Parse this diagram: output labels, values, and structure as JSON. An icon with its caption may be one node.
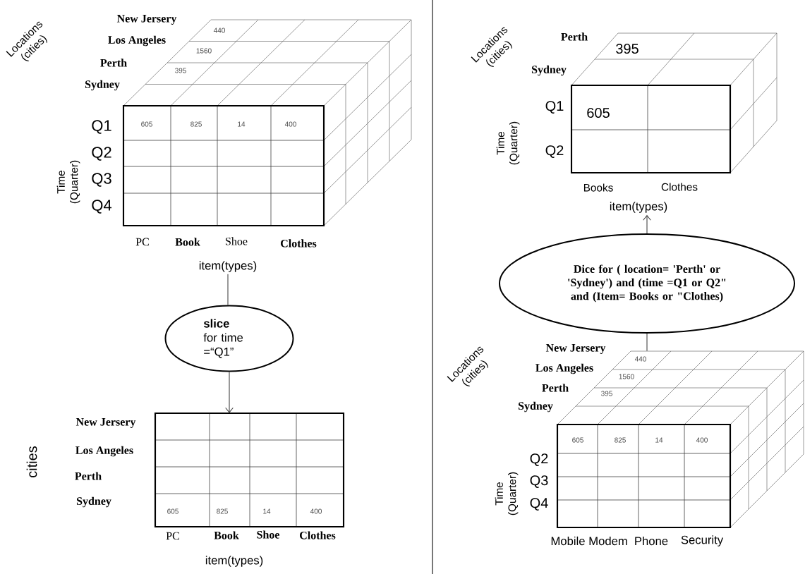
{
  "diagram": {
    "nodes": [
      {
        "text": [
          "item(types)"
        ]
      },
      {
        "text": [
          "slice",
          "for time =“Q1”"
        ]
      },
      {
        "text": [],
        "shape": "box"
      },
      {
        "text": [
          "item(types)"
        ]
      },
      {
        "text": [
          "Dice for ( location= 'Perth' or 'Sydney') and (time =Q1 or Q2\" and (Item= Books or \"Clothes)"
        ]
      },
      {
        "text": [],
        "shape": "cube"
      }
    ],
    "edges": [
      {
        "from": 0,
        "to": 1,
        "arrow": "none"
      },
      {
        "from": 1,
        "to": 2,
        "arrow": "to"
      },
      {
        "from": 5,
        "to": 4,
        "arrow": "none"
      },
      {
        "from": 4,
        "to": 3,
        "arrow": "to"
      }
    ],
    "labels": [
      "Locations (cities)",
      "New Jersery",
      "Los Angeles",
      "Perth",
      "Sydney",
      "440",
      "1560",
      "395",
      "Q1",
      "Q2",
      "Q3",
      "Q4",
      "Time (Quarter)",
      "605",
      "825",
      "14",
      "400",
      "PC",
      "Book",
      "Shoe",
      "Clothes",
      "cities",
      "New Jersery",
      "Los Angeles",
      "Perth",
      "Sydney",
      "605",
      "825",
      "14",
      "400",
      "PC",
      "Book",
      "Shoe",
      "Clothes",
      "item(types)",
      "Locations (cities)",
      "Perth",
      "Sydney",
      "395",
      "Q1",
      "605",
      "Q2",
      "Time (Quarter)",
      "Books",
      "Clothes",
      "Locations (cities)",
      "New Jersery",
      "Los Angeles",
      "Perth",
      "Sydney",
      "440",
      "1560",
      "395",
      "605",
      "825",
      "14",
      "400",
      "Q2",
      "Q3",
      "Q4",
      "Time (Quarter)",
      "Mobile",
      "Modem",
      "Phone",
      "Security"
    ]
  }
}
